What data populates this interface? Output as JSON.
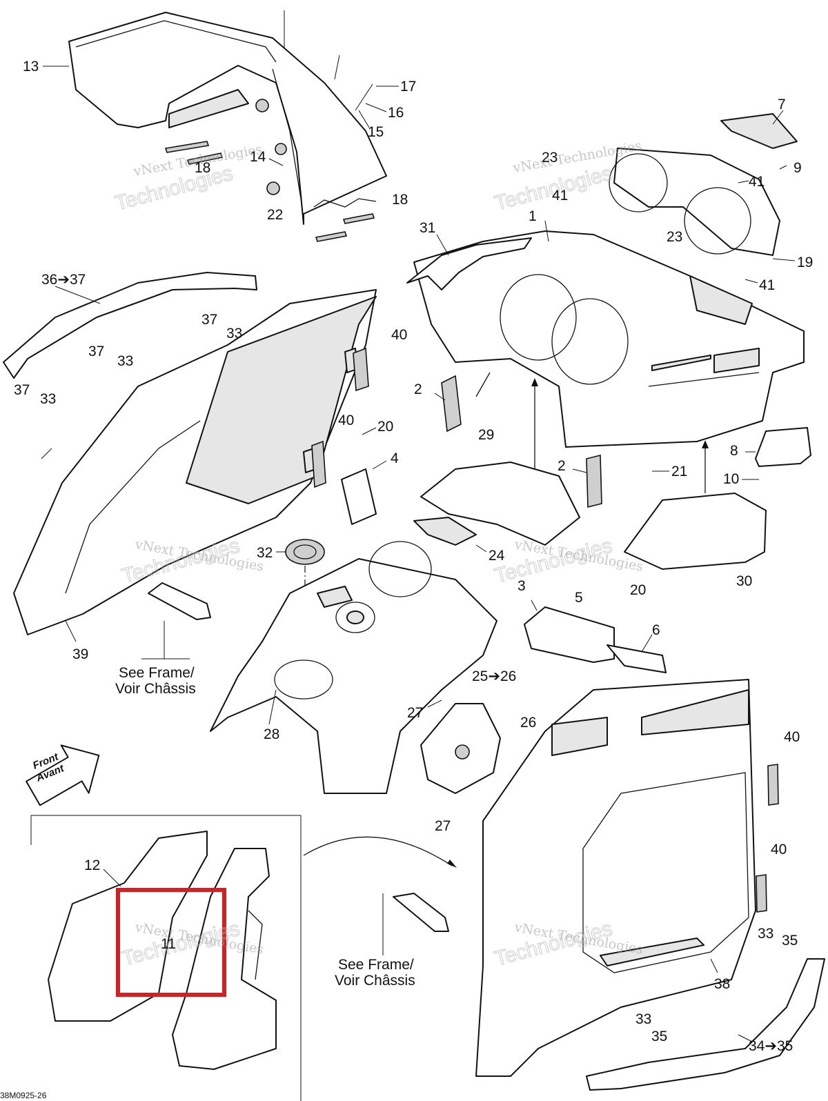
{
  "drawing": {
    "code": "38M0925-26",
    "watermark_line1": "vNext Technologies",
    "watermark_line2": "Technologies",
    "front_label_1": "Front",
    "front_label_2": "Avant",
    "see_frame_1": "See Frame/",
    "see_frame_2": "Voir Châssis",
    "highlight_color": "#d42020"
  },
  "callouts": {
    "c1": "1",
    "c2a": "2",
    "c2b": "2",
    "c3": "3",
    "c4": "4",
    "c5": "5",
    "c6": "6",
    "c7": "7",
    "c8": "8",
    "c9": "9",
    "c10": "10",
    "c11": "11",
    "c12": "12",
    "c13": "13",
    "c14": "14",
    "c15": "15",
    "c16": "16",
    "c17": "17",
    "c18a": "18",
    "c18b": "18",
    "c19": "19",
    "c20a": "20",
    "c20b": "20",
    "c21": "21",
    "c22": "22",
    "c23a": "23",
    "c23b": "23",
    "c24": "24",
    "c2526": "25➔26",
    "c26": "26",
    "c27a": "27",
    "c27b": "27",
    "c28": "28",
    "c29": "29",
    "c30": "30",
    "c31": "31",
    "c32": "32",
    "c33a": "33",
    "c33b": "33",
    "c33c": "33",
    "c33d": "33",
    "c33e": "33",
    "c3435": "34➔35",
    "c35a": "35",
    "c35b": "35",
    "c3637": "36➔37",
    "c37a": "37",
    "c37b": "37",
    "c37c": "37",
    "c38": "38",
    "c39": "39",
    "c40a": "40",
    "c40b": "40",
    "c40c": "40",
    "c40d": "40",
    "c41a": "41",
    "c41b": "41",
    "c41c": "41"
  }
}
